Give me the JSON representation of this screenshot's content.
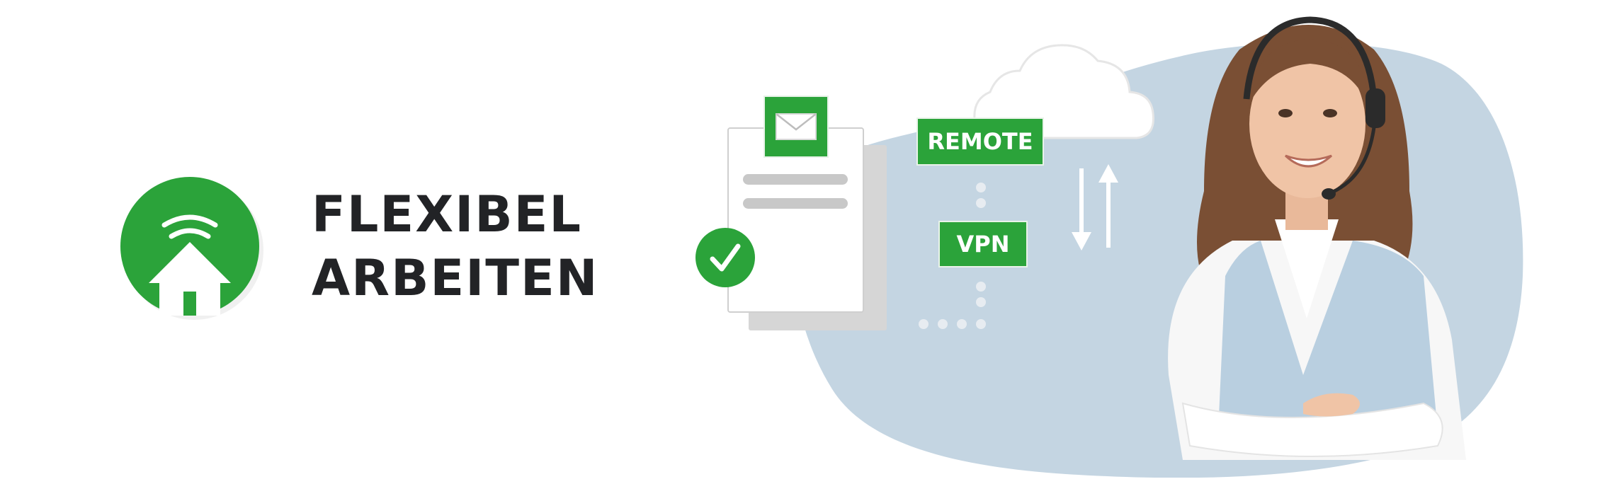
{
  "heading": {
    "line1": "FLEXIBEL",
    "line2": "ARBEITEN"
  },
  "icons": {
    "logo": "home-wifi-icon",
    "mail": "envelope-icon",
    "check": "checkmark-icon",
    "cloud": "cloud-icon",
    "transfer": "up-down-arrows-icon"
  },
  "tags": {
    "remote": "REMOTE",
    "vpn": "VPN"
  },
  "colors": {
    "brand_green": "#2ba33a",
    "text_dark": "#222326",
    "blob": "#c4d5e2"
  }
}
